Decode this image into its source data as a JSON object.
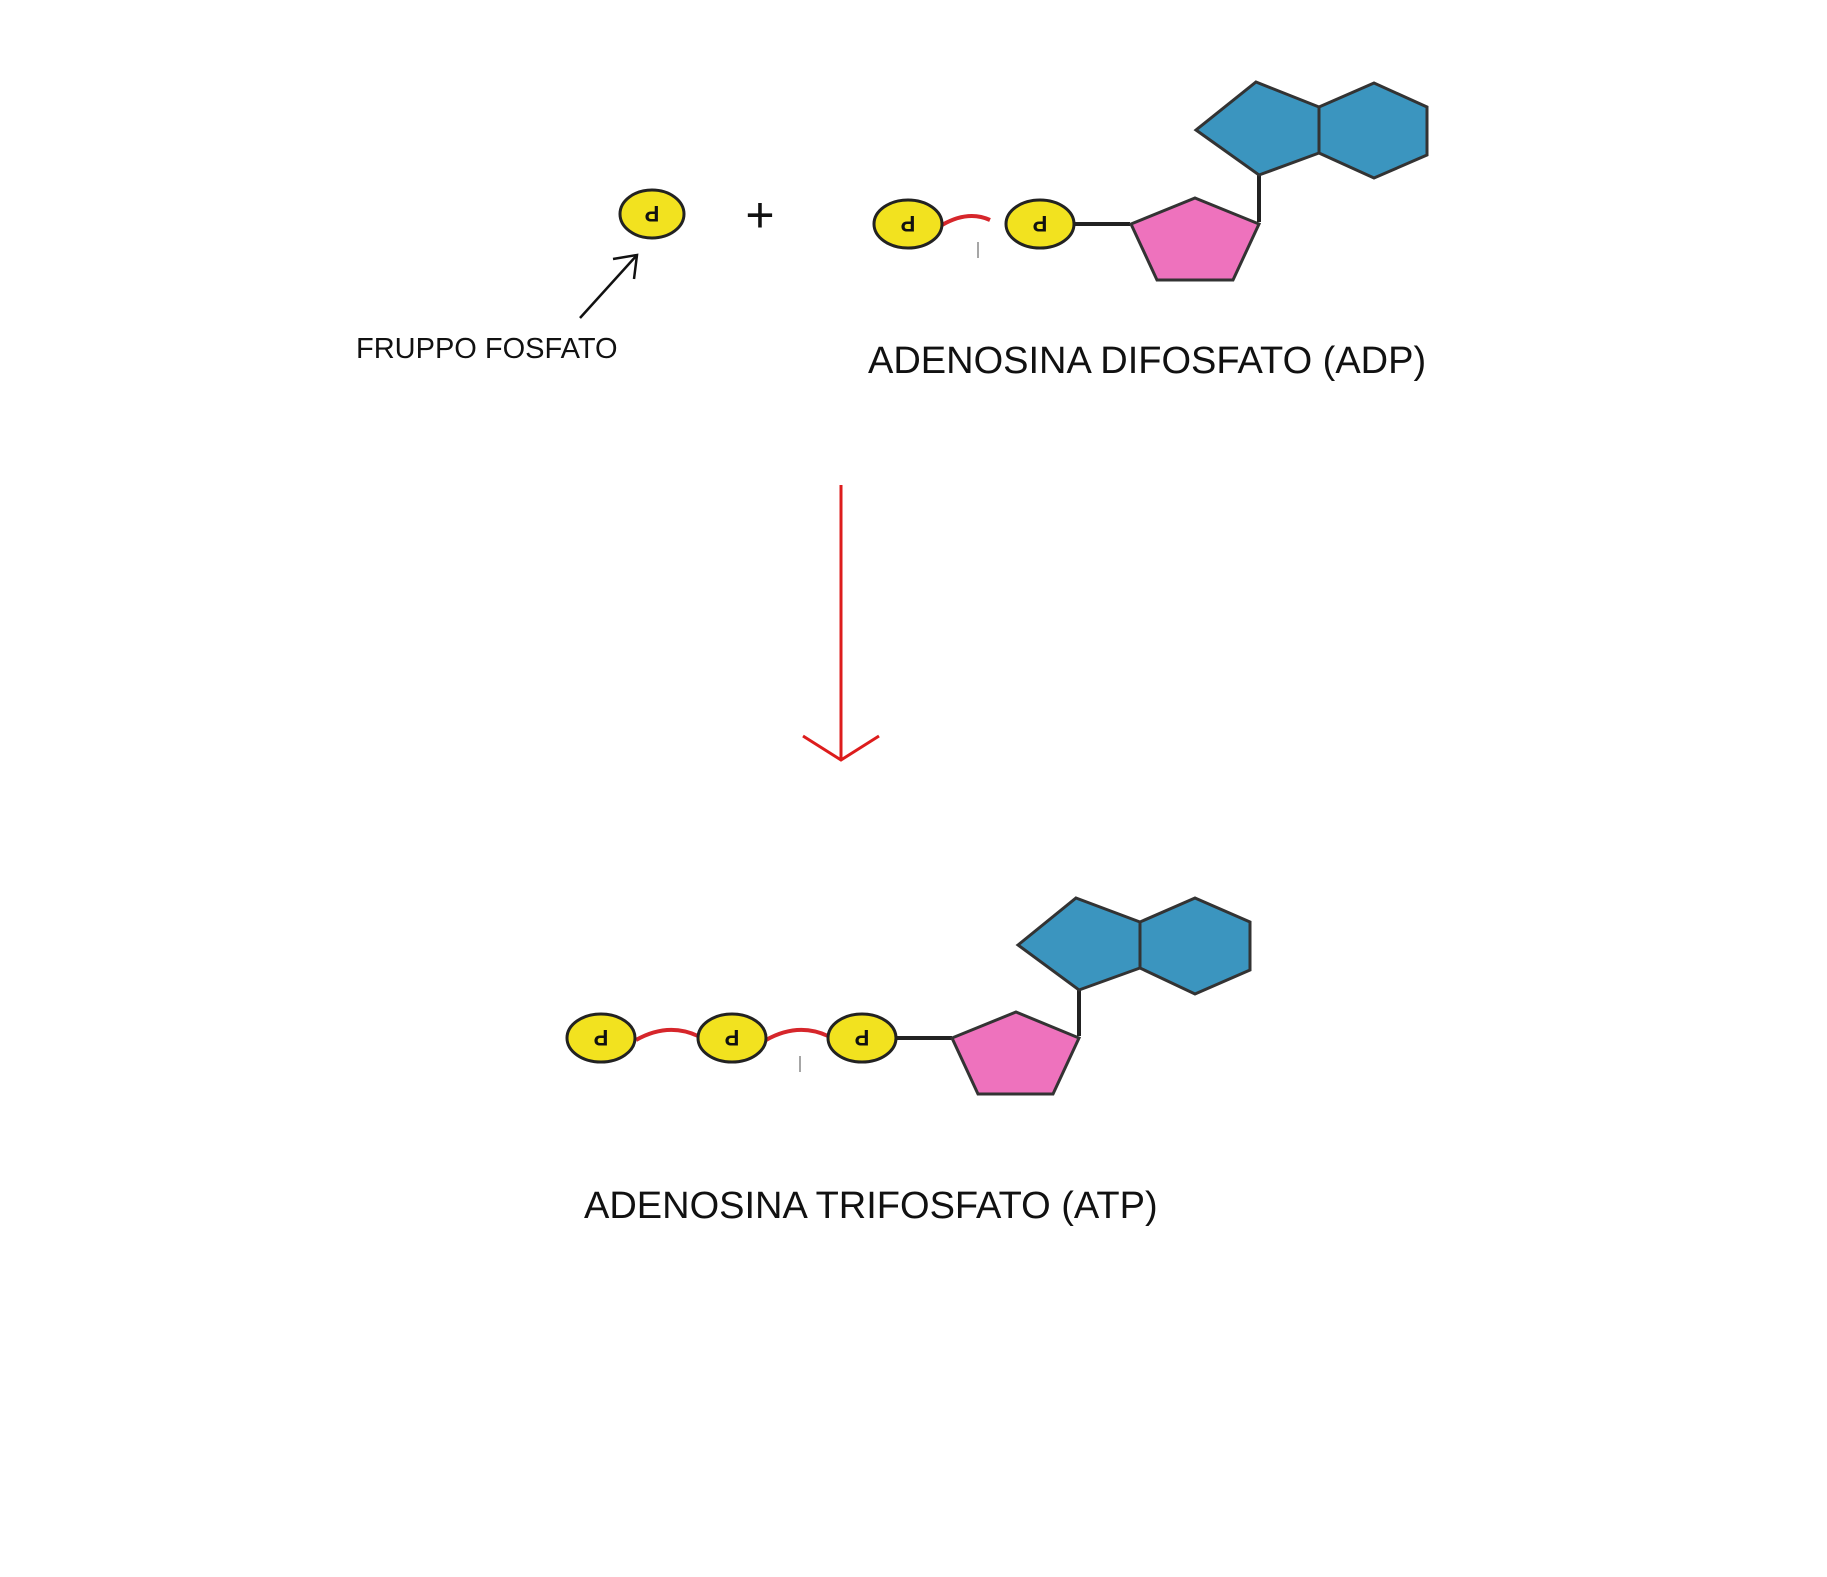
{
  "labels": {
    "phosphate_group": "FRUPPO FOSFATO",
    "adp": "ADENOSINA DIFOSFATO (ADP)",
    "atp": "ADENOSINA TRIFOSFATO (ATP)",
    "plus": "+",
    "phosphate_symbol": "P"
  },
  "colors": {
    "phosphate_fill": "#f2e21f",
    "phosphate_stroke": "#222222",
    "ribose_fill": "#ee72bd",
    "ribose_stroke": "#333333",
    "base_fill": "#3b95bf",
    "base_stroke": "#333333",
    "high_energy_bond": "#d6262b",
    "bond": "#222222",
    "reaction_arrow": "#dd1c1c"
  }
}
